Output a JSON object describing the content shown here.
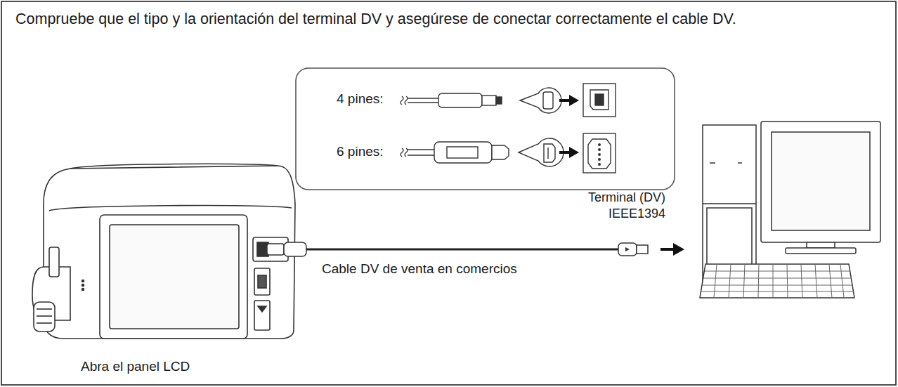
{
  "diagram": {
    "title": "Compruebe que el tipo y la orientación del terminal DV y asegúrese de conectar correctamente el cable DV.",
    "nodes": [
      {
        "text": [
          "4 pines:",
          "6 pines:"
        ]
      }
    ],
    "labels": [
      "Terminal (DV) IEEE1394",
      "Cable DV de venta en comercios",
      "Abra el panel LCD"
    ]
  }
}
